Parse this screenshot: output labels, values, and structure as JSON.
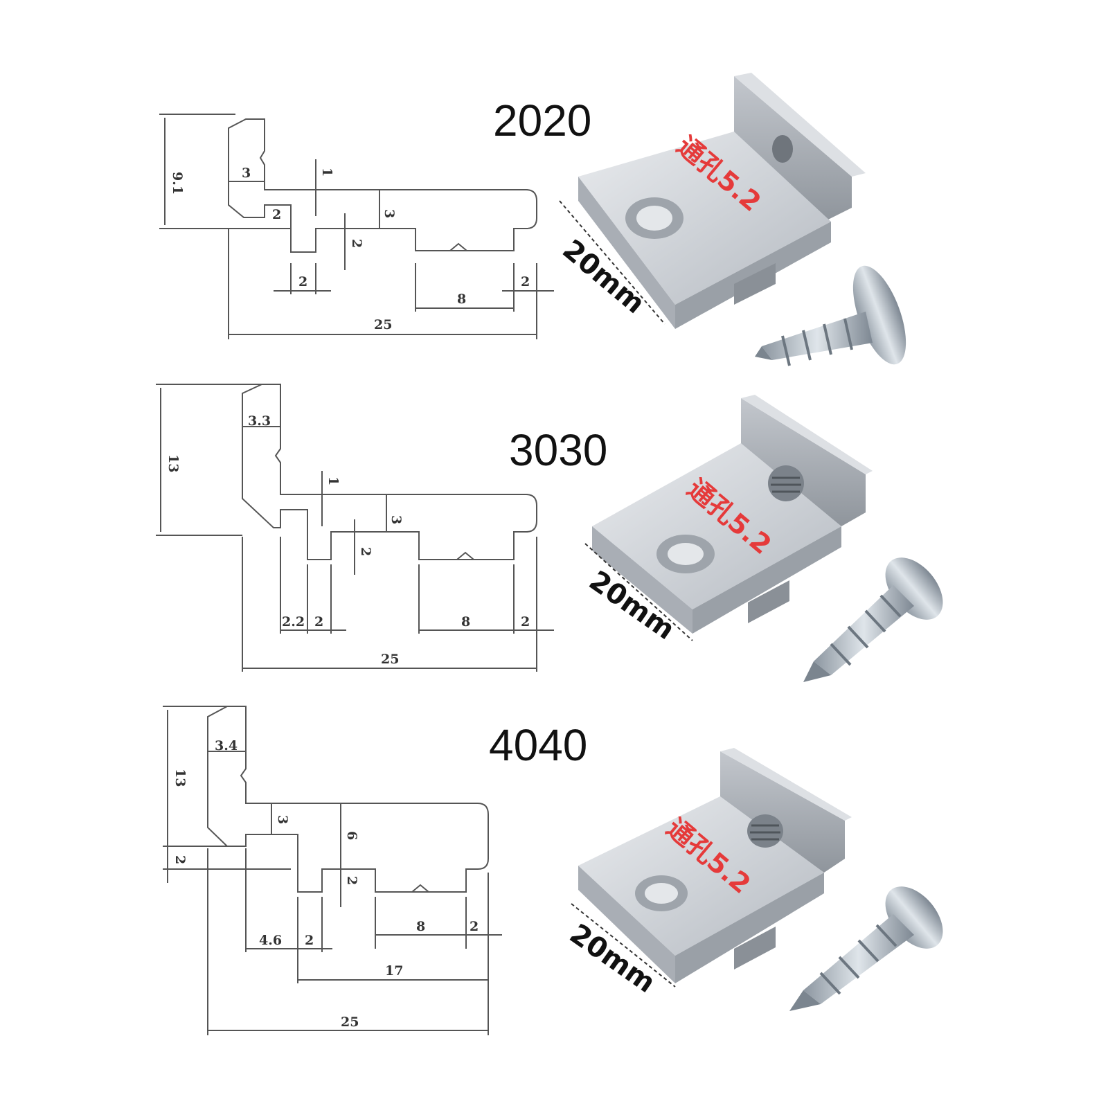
{
  "rows": [
    {
      "model": "2020",
      "hole_label": "通孔5.2",
      "length_label": "20mm",
      "dims": {
        "height": "9.1",
        "lip": "3",
        "slot_a": "1",
        "web": "3",
        "step": "2",
        "tooth": "2",
        "gap": "2",
        "groove": "8",
        "end": "2",
        "total": "25"
      }
    },
    {
      "model": "3030",
      "hole_label": "通孔5.2",
      "length_label": "20mm",
      "dims": {
        "height": "13",
        "lip": "3.3",
        "slot_a": "1",
        "web": "3",
        "tooth": "2",
        "offset": "2.2",
        "gap": "2",
        "groove": "8",
        "end": "2",
        "total": "25"
      }
    },
    {
      "model": "4040",
      "hole_label": "通孔5.2",
      "length_label": "20mm",
      "dims": {
        "height": "13",
        "base": "2",
        "lip": "3.4",
        "web": "3",
        "web2": "6",
        "tooth": "2",
        "offset": "4.6",
        "gap": "2",
        "groove": "8",
        "end": "2",
        "mid": "17",
        "total": "25"
      }
    }
  ],
  "colors": {
    "line": "#555555",
    "hole_text": "#e53a3a",
    "metal": "#c9cdd3",
    "screw": "#b9c3cc"
  }
}
